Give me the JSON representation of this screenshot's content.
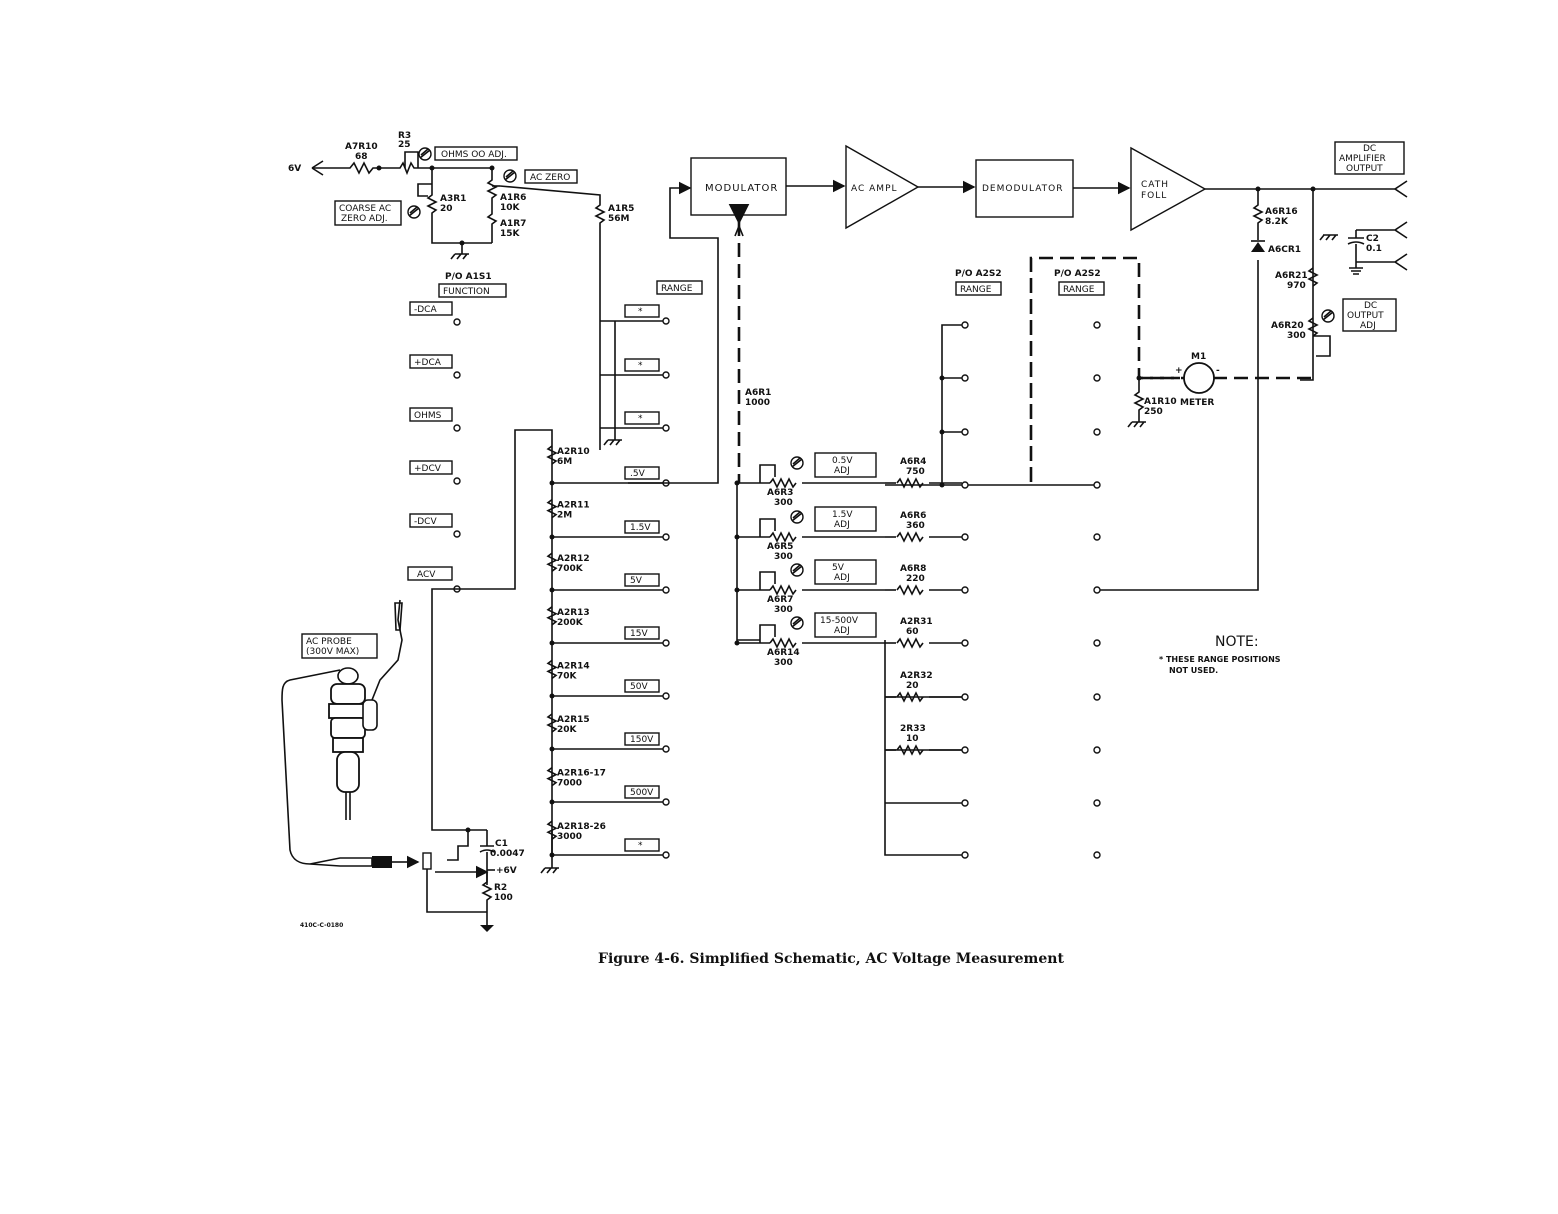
{
  "diagram": {
    "caption": "Figure 4-6.  Simplified Schematic,  AC Voltage Measurement",
    "doc_number": "410C-C-0180",
    "blocks": {
      "modulator": "MODULATOR",
      "ac_ampl": "AC  AMPL",
      "demodulator": "DEMODULATOR",
      "cath_foll_1": "CATH",
      "cath_foll_2": "FOLL"
    },
    "top_circuit": {
      "supply": "6V",
      "a7r10": "A7R10",
      "a7r10_val": "68",
      "r3": "R3",
      "r3_val": "25",
      "ohms_adj": "OHMS OO ADJ.",
      "ac_zero": "AC ZERO",
      "coarse_1": "COARSE AC",
      "coarse_2": "ZERO ADJ.",
      "a3r1": "A3R1",
      "a3r1_val": "20",
      "a1r6": "A1R6",
      "a1r6_val": "10K",
      "a1r7": "A1R7",
      "a1r7_val": "15K",
      "a1r5": "A1R5",
      "a1r5_val": "56M"
    },
    "function_switch": {
      "title": "P/O A1S1",
      "name": "FUNCTION",
      "positions": [
        "-DCA",
        "+DCA",
        "OHMS",
        "+DCV",
        "-DCV",
        "ACV"
      ]
    },
    "range_switch_1": {
      "name": "RANGE",
      "positions": [
        "*",
        "*",
        "*",
        ".5V",
        "1.5V",
        "5V",
        "15V",
        "50V",
        "150V",
        "500V",
        "*"
      ]
    },
    "divider": [
      {
        "ref": "A2R10",
        "val": "6M"
      },
      {
        "ref": "A2R11",
        "val": "2M"
      },
      {
        "ref": "A2R12",
        "val": "700K"
      },
      {
        "ref": "A2R13",
        "val": "200K"
      },
      {
        "ref": "A2R14",
        "val": "70K"
      },
      {
        "ref": "A2R15",
        "val": "20K"
      },
      {
        "ref": "A2R16-17",
        "val": "7000"
      },
      {
        "ref": "A2R18-26",
        "val": "3000"
      }
    ],
    "probe": {
      "label_1": "AC   PROBE",
      "label_2": "(300V MAX)",
      "c1": "C1",
      "c1_val": "0.0047",
      "plus6v": "+6V",
      "r2": "R2",
      "r2_val": "100"
    },
    "feedback": {
      "a6r1": "A6R1",
      "a6r1_val": "1000",
      "adj": [
        {
          "ref": "A6R3",
          "val": "300",
          "label_1": "0.5V",
          "label_2": "ADJ"
        },
        {
          "ref": "A6R5",
          "val": "300",
          "label_1": "1.5V",
          "label_2": "ADJ"
        },
        {
          "ref": "A6R7",
          "val": "300",
          "label_1": "5V",
          "label_2": "ADJ"
        },
        {
          "ref": "A6R14",
          "val": "300",
          "label_1": "15-500V",
          "label_2": "ADJ"
        }
      ],
      "series": [
        {
          "ref": "A6R4",
          "val": "750"
        },
        {
          "ref": "A6R6",
          "val": "360"
        },
        {
          "ref": "A6R8",
          "val": "220"
        },
        {
          "ref": "A2R31",
          "val": "60"
        },
        {
          "ref": "A2R32",
          "val": "20"
        },
        {
          "ref": "2R33",
          "val": "10"
        }
      ]
    },
    "range_switch_2": {
      "title": "P/O A2S2",
      "name": "RANGE"
    },
    "range_switch_3": {
      "title": "P/O A2S2",
      "name": "RANGE"
    },
    "output": {
      "dc_amp_1": "DC",
      "dc_amp_2": "AMPLIFIER",
      "dc_amp_3": "OUTPUT",
      "a6r16": "A6R16",
      "a6r16_val": "8.2K",
      "a6cr1": "A6CR1",
      "c2": "C2",
      "c2_val": "0.1",
      "a6r21": "A6R21",
      "a6r21_val": "970",
      "a6r20": "A6R20",
      "a6r20_val": "300",
      "dc_out_1": "DC",
      "dc_out_2": "OUTPUT",
      "dc_out_3": "ADJ",
      "m1": "M1",
      "meter": "METER",
      "plus": "+",
      "minus": "-",
      "a1r10": "A1R10",
      "a1r10_val": "250"
    },
    "note": {
      "title": "NOTE:",
      "line_1": "* THESE RANGE POSITIONS",
      "line_2": "NOT USED."
    }
  }
}
